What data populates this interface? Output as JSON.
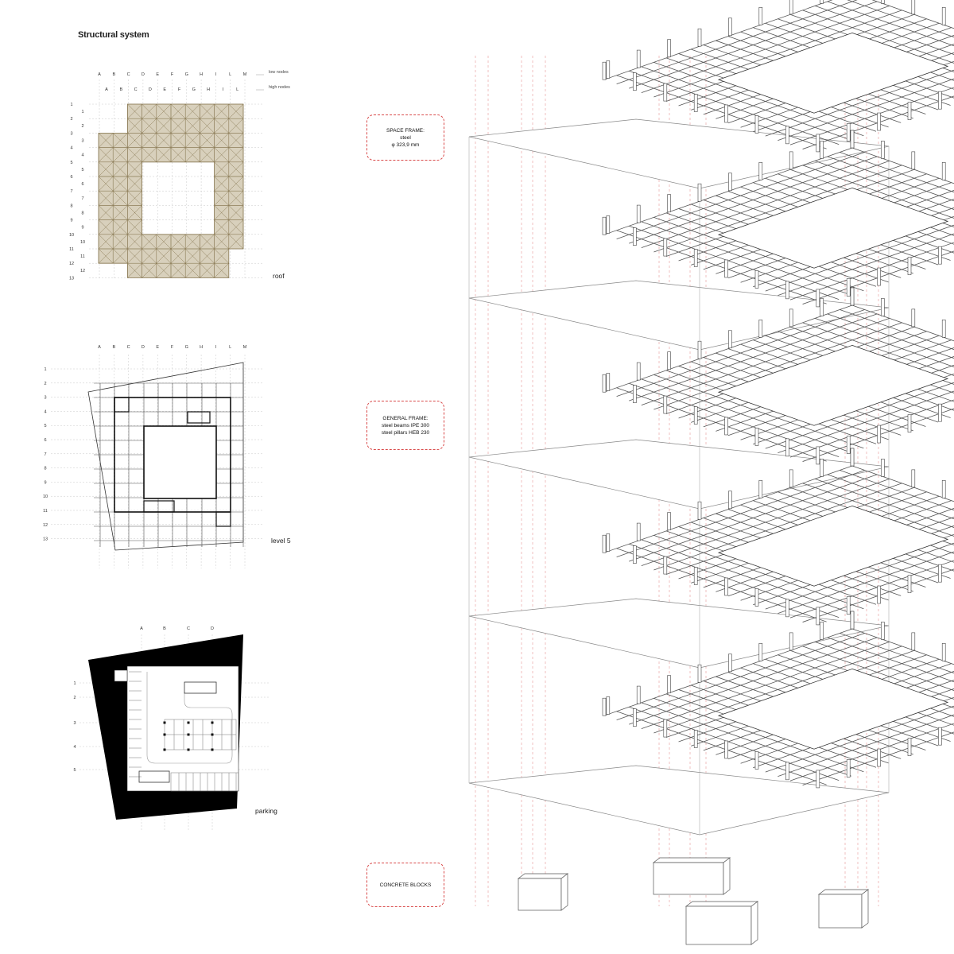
{
  "title": "Structural system",
  "plans": {
    "roof": {
      "label": "roof",
      "legend_low": "low nodes",
      "legend_high": "high nodes",
      "cols_low": [
        "A",
        "B",
        "C",
        "D",
        "E",
        "F",
        "G",
        "H",
        "I",
        "L",
        "M"
      ],
      "cols_high": [
        "A",
        "B",
        "C",
        "D",
        "E",
        "F",
        "G",
        "H",
        "I",
        "L"
      ],
      "rows_low": [
        "1",
        "2",
        "3",
        "4",
        "5",
        "6",
        "7",
        "8",
        "9",
        "10",
        "11",
        "12",
        "13"
      ],
      "rows_high": [
        "1",
        "2",
        "3",
        "4",
        "5",
        "6",
        "7",
        "8",
        "9",
        "10",
        "11",
        "12"
      ]
    },
    "level5": {
      "label": "level 5",
      "cols": [
        "A",
        "B",
        "C",
        "D",
        "E",
        "F",
        "G",
        "H",
        "I",
        "L",
        "M"
      ],
      "rows": [
        "1",
        "2",
        "3",
        "4",
        "5",
        "6",
        "7",
        "8",
        "9",
        "10",
        "11",
        "12",
        "13"
      ]
    },
    "parking": {
      "label": "parking",
      "cols": [
        "A",
        "B",
        "C",
        "D"
      ],
      "rows": [
        "1",
        "2",
        "3",
        "4",
        "5"
      ]
    }
  },
  "callouts": {
    "space_frame": {
      "lines": [
        "SPACE FRAME:",
        "steel",
        "φ 323,9 mm"
      ]
    },
    "general_frame": {
      "lines": [
        "GENERAL FRAME:",
        "steel beams IPE 300",
        "steel pillars HEB 230"
      ]
    },
    "concrete": {
      "lines": [
        "CONCRETE BLOCKS"
      ]
    }
  },
  "colors": {
    "space_frame_fill": "#d8d0bc",
    "space_frame_line": "#8a7a55",
    "callout_border": "#d94a4a",
    "grid_dashed": "#c8c8c8",
    "projection_dashed": "#e08080",
    "structure": "#555555",
    "parking_wall": "#000000"
  }
}
